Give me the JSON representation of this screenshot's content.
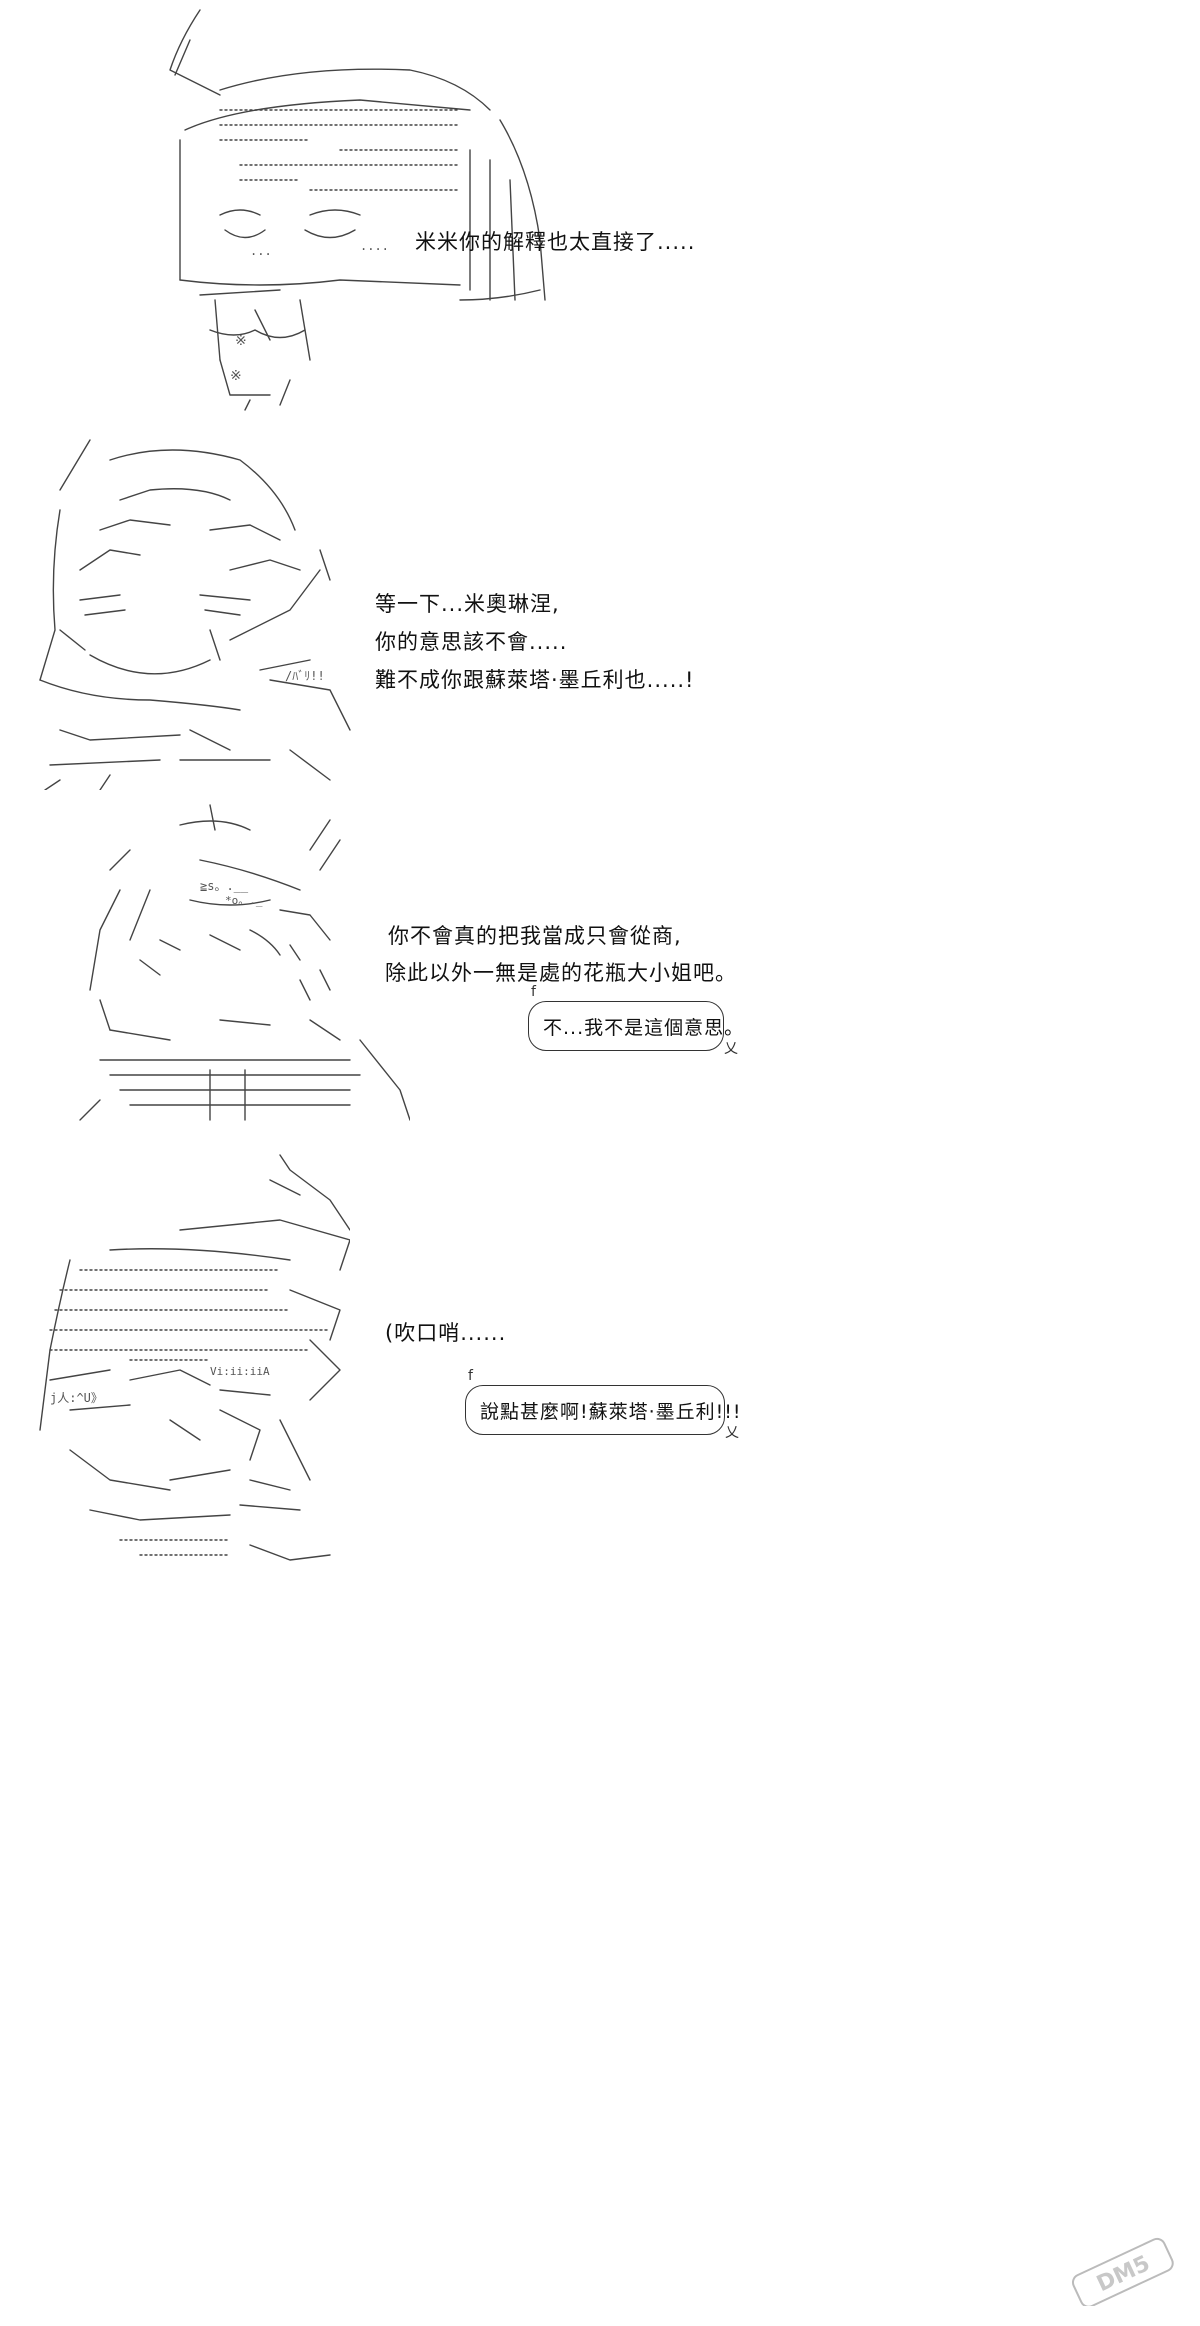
{
  "panels": [
    {
      "lines": [
        "米米你的解釋也太直接了....."
      ]
    },
    {
      "lines": [
        "等一下...米奧琳涅,",
        "你的意思該不會.....",
        "難不成你跟蘇萊塔·墨丘利也.....!"
      ]
    },
    {
      "lines": [
        "你不會真的把我當成只會從商,",
        "除此以外一無是處的花瓶大小姐吧。"
      ],
      "bubble": "不...我不是這個意思。"
    },
    {
      "lines": [
        "(吹口哨......"
      ],
      "bubble": "說點甚麼啊!蘇萊塔·墨丘利!!!"
    }
  ],
  "bubble_marks": {
    "top": "f",
    "bottom": "乂"
  },
  "watermark": "DM5"
}
